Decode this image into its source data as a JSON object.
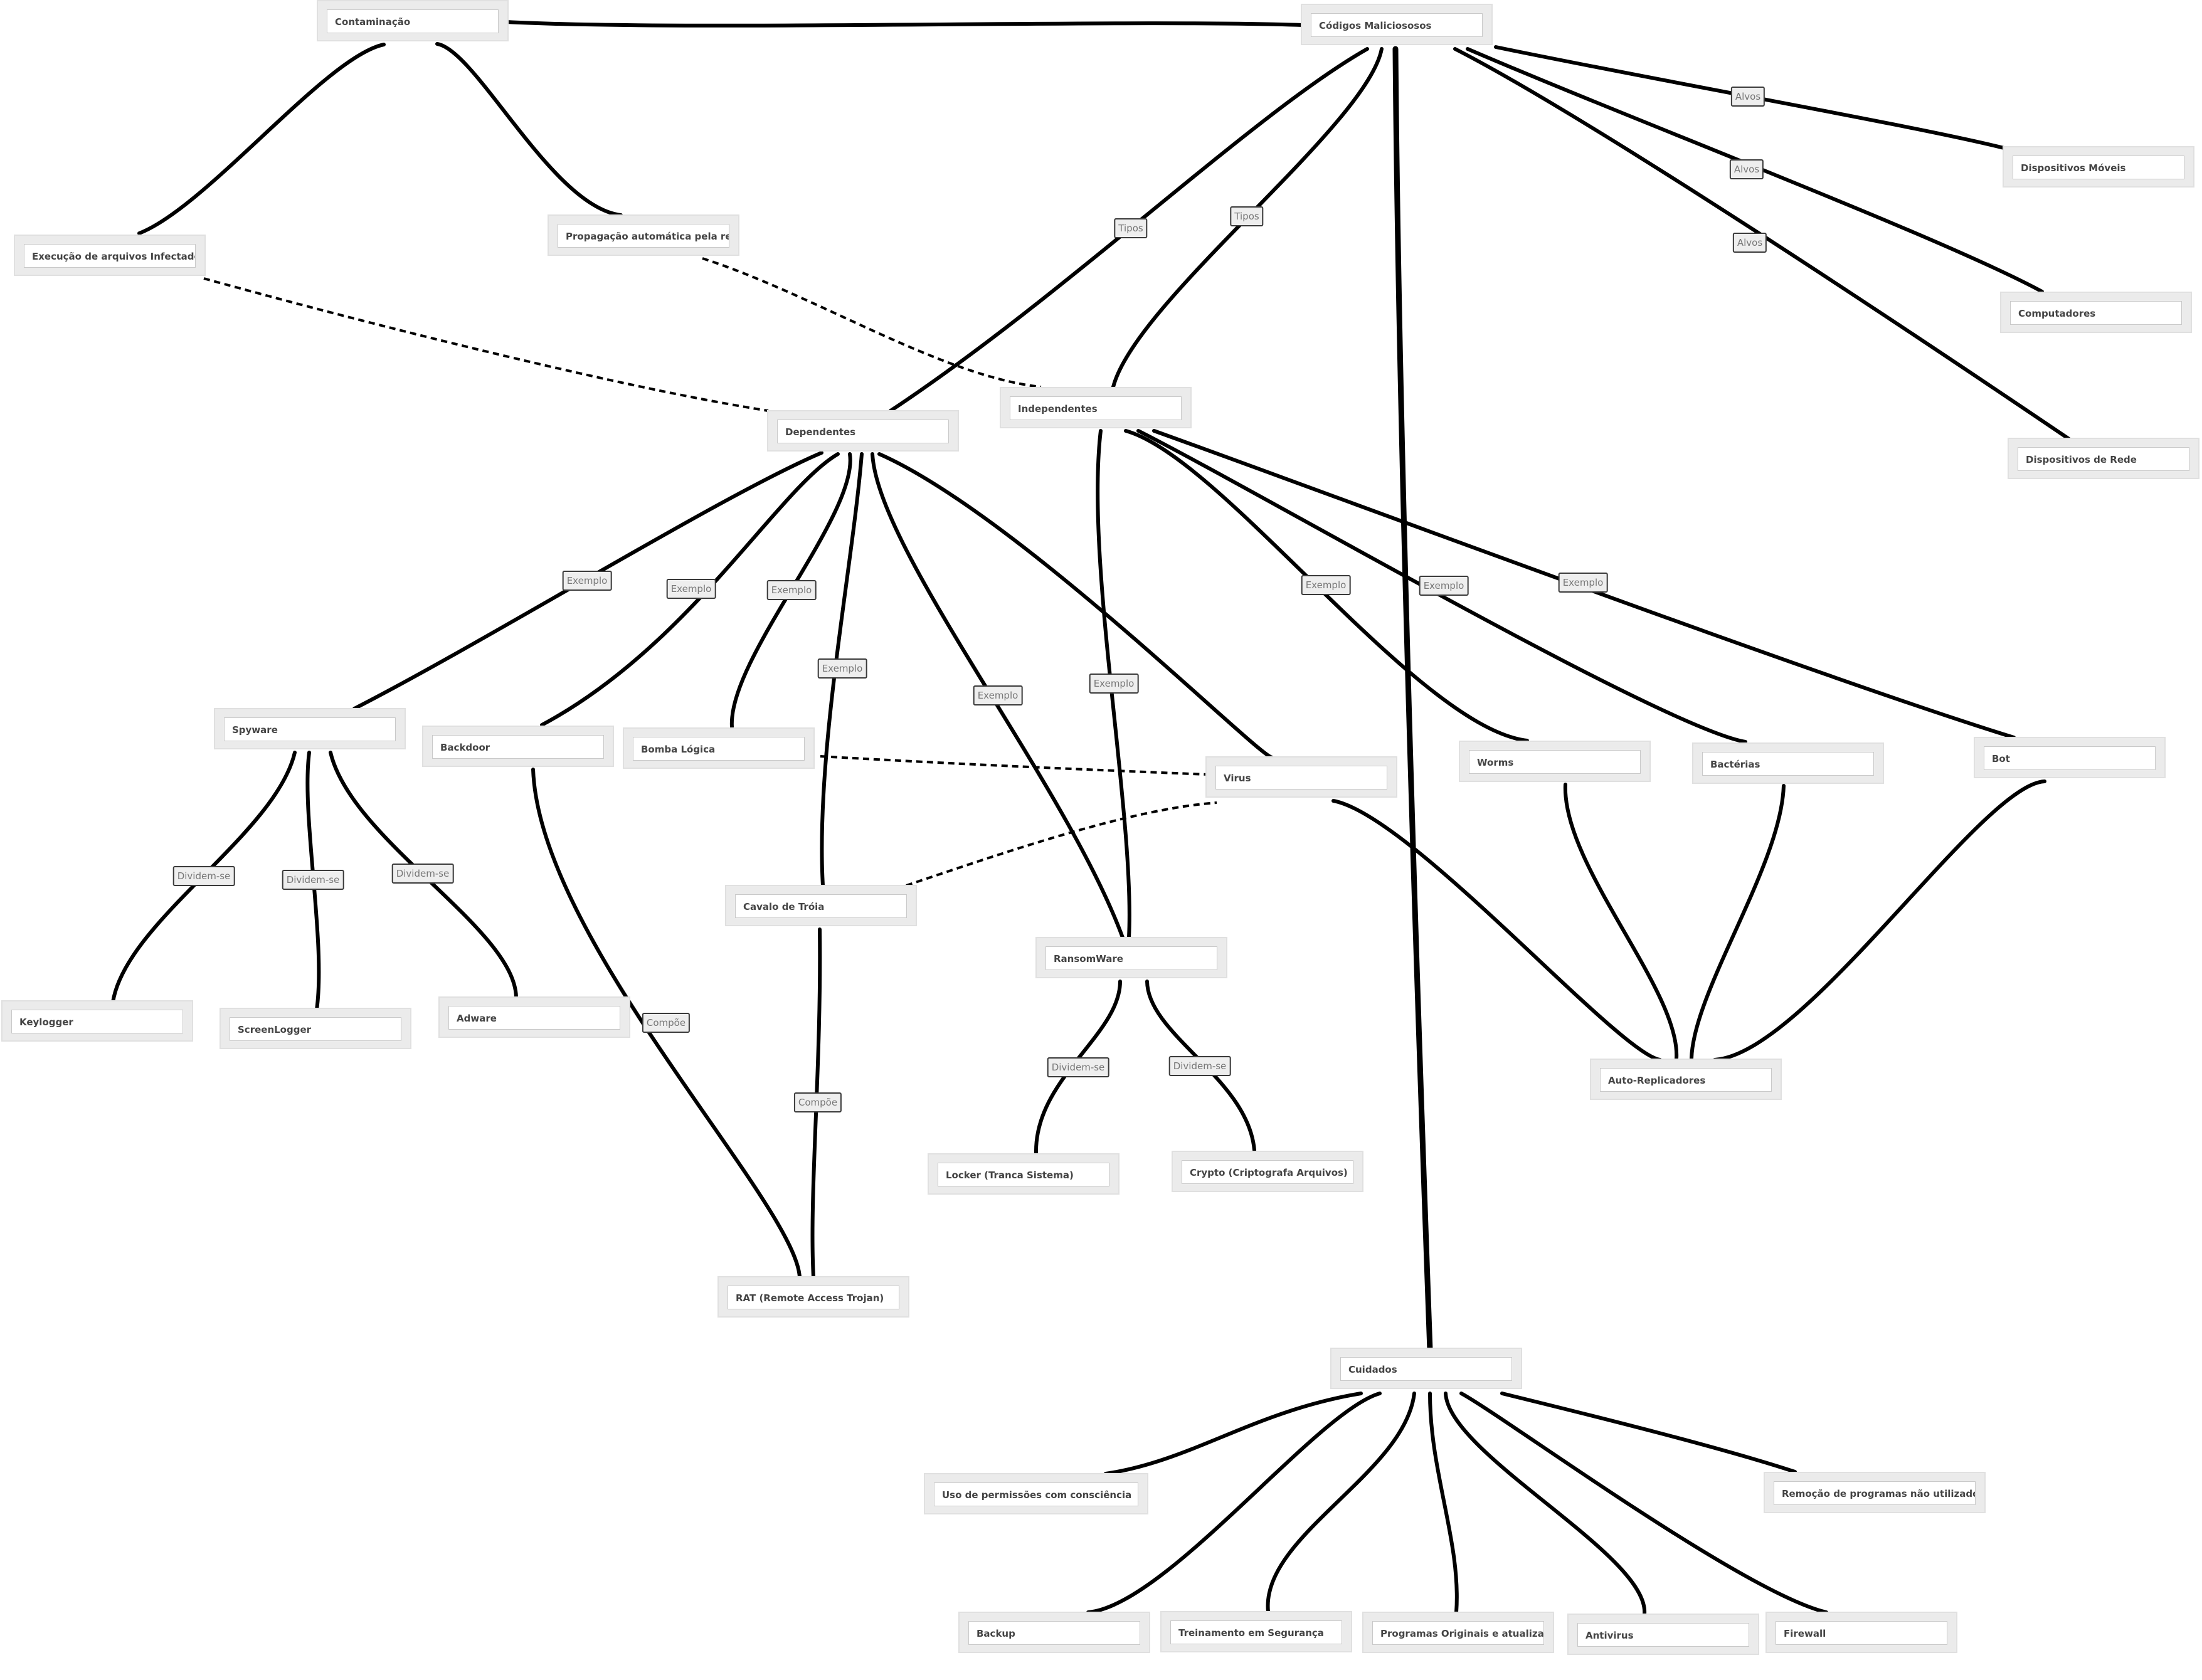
{
  "nodes": {
    "contaminacao": "Contaminação",
    "codigos": "Códigos Maliciososos",
    "execucao": "Execução de arquivos Infectado",
    "propagacao": "Propagação automática pela rede",
    "dispositivos_moveis": "Dispositivos Móveis",
    "computadores": "Computadores",
    "dispositivos_rede": "Dispositivos de Rede",
    "independentes": "Independentes",
    "dependentes": "Dependentes",
    "spyware": "Spyware",
    "backdoor": "Backdoor",
    "bomba_logica": "Bomba Lógica",
    "virus": "Virus",
    "worms": "Worms",
    "bacterias": "Bactérias",
    "bot": "Bot",
    "keylogger": "Keylogger",
    "screenlogger": "ScreenLogger",
    "adware": "Adware",
    "cavalo_troia": "Cavalo de Tróia",
    "ransomware": "RansomWare",
    "auto_replicadores": "Auto-Replicadores",
    "locker": "Locker (Tranca Sistema)",
    "crypto": "Crypto (Criptografa Arquivos)",
    "rat": "RAT (Remote Access Trojan)",
    "cuidados": "Cuidados",
    "uso_permissoes": "Uso de permissões com consciência",
    "remocao_programas": "Remoção de programas não utilizados",
    "backup": "Backup",
    "treinamento": "Treinamento em Segurança",
    "programas_originais": "Programas Originais e atualizados",
    "antivirus": "Antivirus",
    "firewall": "Firewall"
  },
  "edge_labels": {
    "alvos": "Alvos",
    "tipos": "Tipos",
    "exemplo": "Exemplo",
    "dividem_se": "Dividem-se",
    "compoe": "Compõe"
  }
}
